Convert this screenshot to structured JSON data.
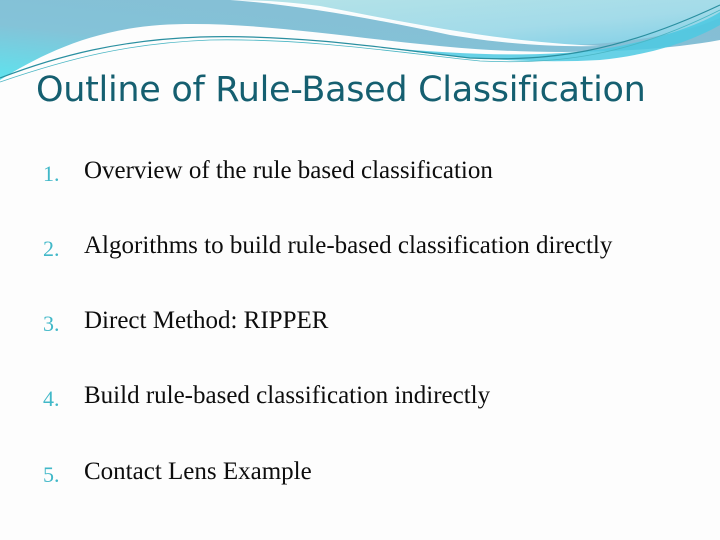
{
  "slide": {
    "title": "Outline of Rule-Based Classification",
    "items": [
      {
        "number": "1.",
        "text": "Overview of the rule based classification"
      },
      {
        "number": "2.",
        "text": "Algorithms to build rule-based classification directly"
      },
      {
        "number": "3.",
        "text": "Direct Method: RIPPER"
      },
      {
        "number": "4.",
        "text": "Build rule-based classification indirectly"
      },
      {
        "number": "5.",
        "text": "Contact Lens Example"
      }
    ],
    "colors": {
      "title": "#155f70",
      "number": "#41b8c8",
      "body_text": "#0d0d0d",
      "wave_dark": "#86bfd6",
      "wave_light": "#a6dde8",
      "wave_cyan": "#5fdcea"
    }
  }
}
